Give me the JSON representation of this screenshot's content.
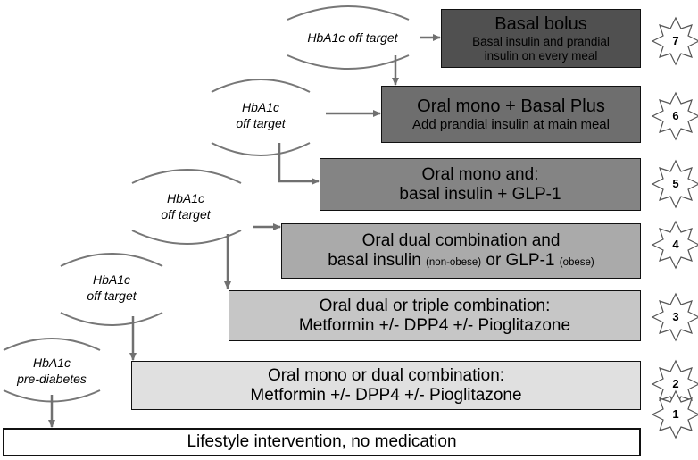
{
  "labels": {
    "off_target": "HbA1c off target",
    "off_target_line1": "HbA1c",
    "off_target_line2": "off target",
    "prediabetes_line1": "HbA1c",
    "prediabetes_line2": "pre-diabetes"
  },
  "steps": [
    {
      "number": "1",
      "title": "Lifestyle intervention, no medication",
      "fill": "#ffffff"
    },
    {
      "number": "2",
      "line1": "Oral mono or dual combination:",
      "line2": "Metformin +/- DPP4 +/- Pioglitazone",
      "fill": "#e0e0e0"
    },
    {
      "number": "3",
      "line1": "Oral dual or triple combination:",
      "line2": "Metformin +/- DPP4 +/- Pioglitazone",
      "fill": "#c6c6c6"
    },
    {
      "number": "4",
      "line1": "Oral dual combination and",
      "line2a": "basal insulin ",
      "line2b": "(non-obese)",
      "line2c": " or GLP-1 ",
      "line2d": "(obese)",
      "fill": "#aaaaaa"
    },
    {
      "number": "5",
      "line1": "Oral mono and:",
      "line2": "basal insulin + GLP-1",
      "fill": "#848484"
    },
    {
      "number": "6",
      "line1": "Oral mono + Basal Plus",
      "line2": "Add prandial insulin at main meal",
      "fill": "#6e6e6e"
    },
    {
      "number": "7",
      "line1": "Basal bolus",
      "line2": "Basal insulin and prandial",
      "line3": "insulin on every meal",
      "fill": "#505050"
    }
  ],
  "colors": {
    "arrow": "#707070",
    "arc": "#777777"
  }
}
